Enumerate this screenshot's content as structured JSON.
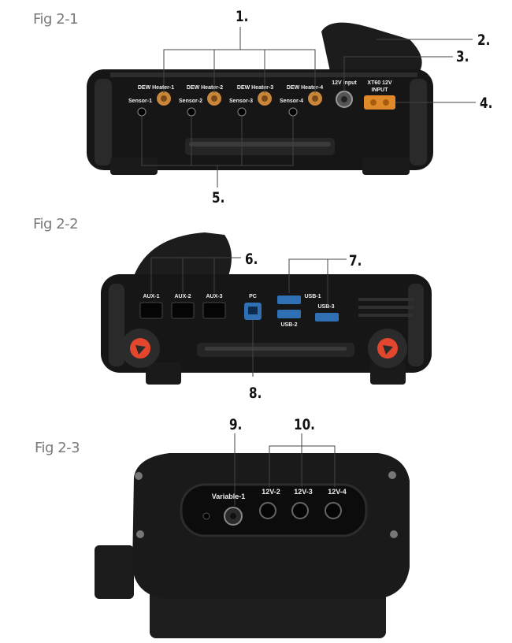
{
  "figures": [
    {
      "label": "Fig 2-1",
      "callouts": [
        "1.",
        "2.",
        "3.",
        "4.",
        "5."
      ],
      "port_labels": {
        "dew": [
          "DEW Heater-1",
          "DEW Heater-2",
          "DEW Heater-3",
          "DEW Heater-4"
        ],
        "sensor": [
          "Sensor-1",
          "Sensor-2",
          "Sensor-3",
          "Sensor-4"
        ],
        "input_12v": "12V input",
        "xt60_line1": "XT60 12V",
        "xt60_line2": "INPUT"
      }
    },
    {
      "label": "Fig 2-2",
      "callouts": [
        "6.",
        "7.",
        "8."
      ],
      "port_labels": {
        "aux": [
          "AUX-1",
          "AUX-2",
          "AUX-3"
        ],
        "pc": "PC",
        "usb1": "USB-1",
        "usb2": "USB-2",
        "usb3": "USB-3"
      }
    },
    {
      "label": "Fig 2-3",
      "callouts": [
        "9.",
        "10."
      ],
      "port_labels": {
        "variable": "Variable-1",
        "v12": [
          "12V-2",
          "12V-3",
          "12V-4"
        ]
      }
    }
  ]
}
